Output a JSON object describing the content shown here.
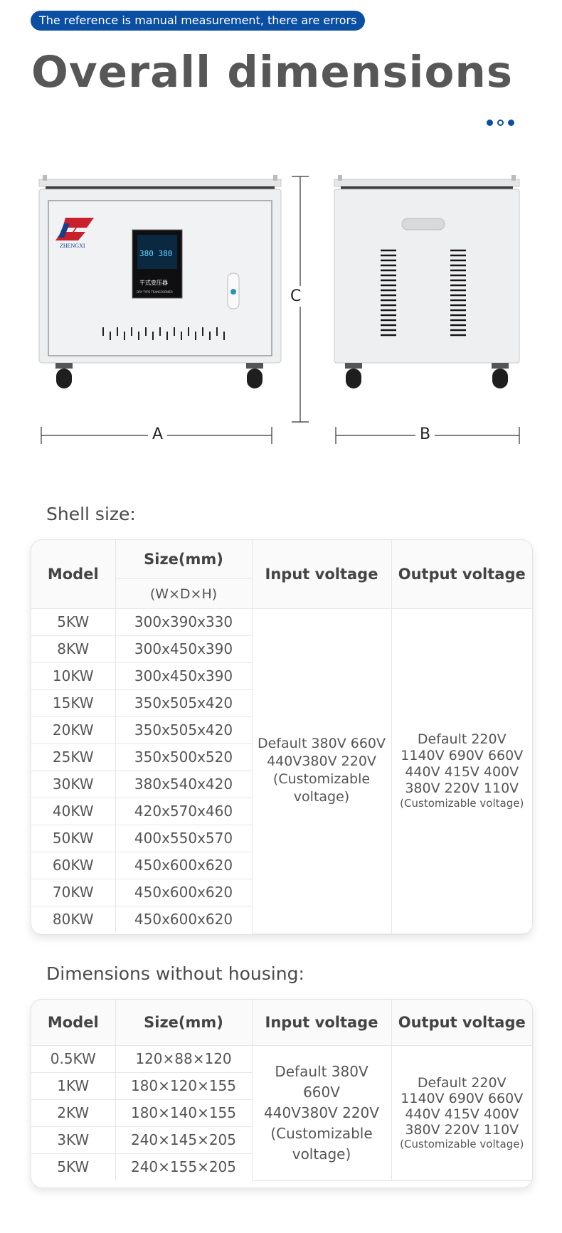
{
  "notice": "The reference is manual measurement, there are errors",
  "title": "Overall dimensions",
  "figure": {
    "labels": {
      "a": "A",
      "b": "B",
      "c": "C"
    },
    "brand": "ZHENGXI",
    "display_reading": "380 380",
    "panel_text": "干式变压器",
    "panel_subtext": "DRY TYPE TRANSFORMER"
  },
  "shell_table": {
    "title": "Shell size:",
    "headers": {
      "model": "Model",
      "size": "Size(mm)",
      "size_sub": "(W×D×H)",
      "input": "Input voltage",
      "output": "Output voltage"
    },
    "rows": [
      {
        "model": "5KW",
        "size": "300x390x330"
      },
      {
        "model": "8KW",
        "size": "300x450x390"
      },
      {
        "model": "10KW",
        "size": "300x450x390"
      },
      {
        "model": "15KW",
        "size": "350x505x420"
      },
      {
        "model": "20KW",
        "size": "350x505x420"
      },
      {
        "model": "25KW",
        "size": "350x500x520"
      },
      {
        "model": "30KW",
        "size": "380x540x420"
      },
      {
        "model": "40KW",
        "size": "420x570x460"
      },
      {
        "model": "50KW",
        "size": "400x550x570"
      },
      {
        "model": "60KW",
        "size": "450x600x620"
      },
      {
        "model": "70KW",
        "size": "450x600x620"
      },
      {
        "model": "80KW",
        "size": "450x600x620"
      }
    ],
    "input_lines": [
      "Default 380V 660V",
      "440V380V 220V",
      "(Customizable",
      "voltage)"
    ],
    "output_lines": [
      "Default 220V",
      "1140V 690V 660V",
      "440V 415V 400V",
      "380V 220V 110V"
    ],
    "output_note": "(Customizable voltage)"
  },
  "housing_table": {
    "title": "Dimensions without housing:",
    "headers": {
      "model": "Model",
      "size": "Size(mm)",
      "input": "Input voltage",
      "output": "Output voltage"
    },
    "rows": [
      {
        "model": "0.5KW",
        "size": "120×88×120"
      },
      {
        "model": "1KW",
        "size": "180×120×155"
      },
      {
        "model": "2KW",
        "size": "180×140×155"
      },
      {
        "model": "3KW",
        "size": "240×145×205"
      },
      {
        "model": "5KW",
        "size": "240×155×205"
      }
    ],
    "input_lines": [
      "Default 380V 660V",
      "440V380V 220V",
      "(Customizable",
      "voltage)"
    ],
    "output_lines": [
      "Default 220V",
      "1140V 690V 660V",
      "440V 415V 400V",
      "380V 220V 110V"
    ],
    "output_note": "(Customizable voltage)"
  }
}
